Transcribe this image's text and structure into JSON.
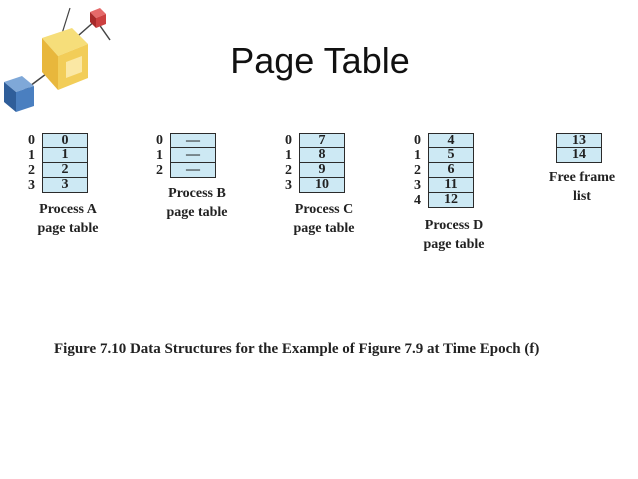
{
  "title": "Page Table",
  "tables": {
    "a": {
      "indices": [
        "0",
        "1",
        "2",
        "3"
      ],
      "frames": [
        "0",
        "1",
        "2",
        "3"
      ],
      "caption_line1": "Process A",
      "caption_line2": "page table"
    },
    "b": {
      "indices": [
        "0",
        "1",
        "2"
      ],
      "frames": [
        "—",
        "—",
        "—"
      ],
      "caption_line1": "Process B",
      "caption_line2": "page table"
    },
    "c": {
      "indices": [
        "0",
        "1",
        "2",
        "3"
      ],
      "frames": [
        "7",
        "8",
        "9",
        "10"
      ],
      "caption_line1": "Process C",
      "caption_line2": "page table"
    },
    "d": {
      "indices": [
        "0",
        "1",
        "2",
        "3",
        "4"
      ],
      "frames": [
        "4",
        "5",
        "6",
        "11",
        "12"
      ],
      "caption_line1": "Process D",
      "caption_line2": "page table"
    },
    "free": {
      "frames": [
        "13",
        "14"
      ],
      "caption_line1": "Free frame",
      "caption_line2": "list"
    }
  },
  "figure_caption": "Figure 7.10  Data Structures for the Example of Figure 7.9 at Time Epoch (f)",
  "colors": {
    "cell_fill": "#cde9f4",
    "cell_border": "#2b2b2b"
  },
  "decoration": "cube-network-logo-icon"
}
